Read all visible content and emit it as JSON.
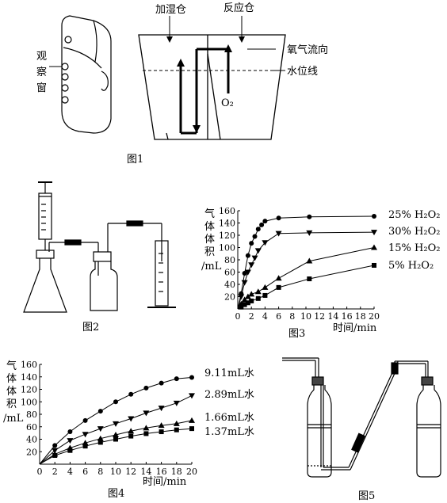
{
  "figure1": {
    "caption": "图1",
    "humidify_label": "加湿仓",
    "reaction_label": "反应仓",
    "window_label": [
      "观",
      "察",
      "窗"
    ],
    "oxygen_flow_label": "氧气流向",
    "water_line_label": "水位线",
    "o2_label": "O₂"
  },
  "figure2": {
    "caption": "图2"
  },
  "figure5": {
    "caption": "图5"
  },
  "chart_data": [
    {
      "id": "figure3",
      "type": "line",
      "caption": "图3",
      "ylabel": [
        "气",
        "体",
        "体",
        "积",
        "/mL"
      ],
      "xlabel": "时间/min",
      "xlim": [
        0,
        20
      ],
      "ylim": [
        0,
        160
      ],
      "xticks": [
        0,
        2,
        4,
        6,
        8,
        10,
        12,
        14,
        16,
        18,
        20
      ],
      "yticks": [
        20,
        40,
        60,
        80,
        100,
        120,
        140,
        160
      ],
      "series": [
        {
          "name": "25% H₂O₂",
          "marker": "circle",
          "x": [
            0.5,
            1,
            1.5,
            2,
            2.5,
            3,
            3.5,
            4,
            6,
            10.5,
            20
          ],
          "y": [
            25,
            58,
            87,
            107,
            118,
            130,
            137,
            143,
            148,
            150,
            151
          ]
        },
        {
          "name": "30% H₂O₂",
          "marker": "triangle-down",
          "x": [
            0.5,
            1,
            1.5,
            2,
            2.5,
            3,
            4,
            6,
            10.5,
            20
          ],
          "y": [
            20,
            43,
            60,
            72,
            83,
            95,
            108,
            123,
            124,
            125
          ]
        },
        {
          "name": "15% H₂O₂",
          "marker": "triangle-up",
          "x": [
            0.5,
            1,
            1.5,
            2,
            3,
            4,
            6,
            10.5,
            20
          ],
          "y": [
            8,
            15,
            20,
            24,
            28,
            35,
            50,
            78,
            100
          ]
        },
        {
          "name": "5% H₂O₂",
          "marker": "square",
          "x": [
            0.5,
            1,
            1.5,
            2,
            3,
            4,
            6,
            10.5,
            20
          ],
          "y": [
            3,
            7,
            10,
            13,
            17,
            22,
            35,
            49,
            71
          ]
        }
      ]
    },
    {
      "id": "figure4",
      "type": "line",
      "caption": "图4",
      "ylabel": [
        "气",
        "体",
        "体",
        "积",
        "/mL"
      ],
      "xlabel": "时间/min",
      "xlim": [
        0,
        20
      ],
      "ylim": [
        0,
        160
      ],
      "xticks": [
        0,
        2,
        4,
        6,
        8,
        10,
        12,
        14,
        16,
        18,
        20
      ],
      "yticks": [
        20,
        40,
        60,
        80,
        100,
        120,
        140,
        160
      ],
      "series": [
        {
          "name": "9.11mL水",
          "marker": "circle",
          "x": [
            2,
            4,
            6,
            8,
            10,
            12,
            14,
            16,
            18,
            20
          ],
          "y": [
            30,
            52,
            70,
            85,
            100,
            112,
            122,
            130,
            137,
            139
          ]
        },
        {
          "name": "2.89mL水",
          "marker": "triangle-down",
          "x": [
            2,
            4,
            6,
            8,
            10,
            12,
            14,
            16,
            18,
            20
          ],
          "y": [
            22,
            38,
            48,
            57,
            65,
            73,
            82,
            90,
            98,
            110
          ]
        },
        {
          "name": "1.66mL水",
          "marker": "triangle-up",
          "x": [
            2,
            4,
            6,
            8,
            10,
            12,
            14,
            16,
            18,
            20
          ],
          "y": [
            16,
            26,
            34,
            41,
            47,
            53,
            58,
            62,
            65,
            70
          ]
        },
        {
          "name": "1.37mL水",
          "marker": "square",
          "x": [
            2,
            4,
            6,
            8,
            10,
            12,
            14,
            16,
            18,
            20
          ],
          "y": [
            14,
            22,
            29,
            35,
            40,
            45,
            49,
            52,
            55,
            57
          ]
        }
      ]
    }
  ]
}
